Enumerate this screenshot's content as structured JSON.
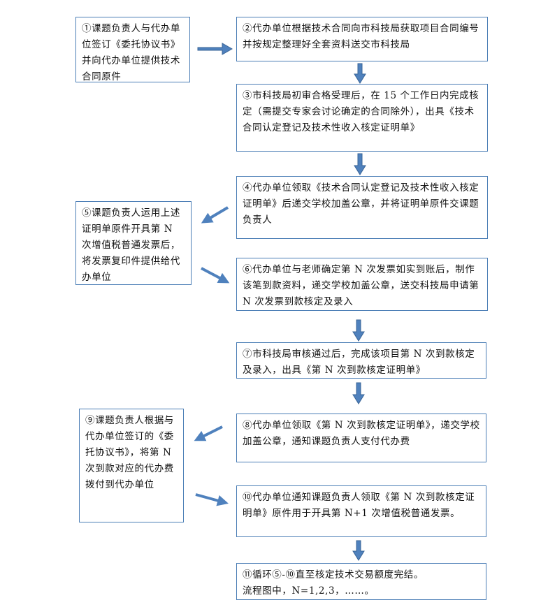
{
  "steps": {
    "s1": "①课题负责人与代办单位签订《委托协议书》并向代办单位提供技术合同原件",
    "s2": "②代办单位根据技术合同向市科技局获取项目合同编号并按规定整理好全套资料送交市科技局",
    "s3": "③市科技局初审合格受理后，在 15 个工作日内完成核定（需提交专家会讨论确定的合同除外），出具《技术合同认定登记及技术性收入核定证明单》",
    "s4": "④代办单位领取《技术合同认定登记及技术性收入核定证明单》后递交学校加盖公章，并将证明单原件交课题负责人",
    "s5": "⑤课题负责人运用上述证明单原件开具第 N 次增值税普通发票后，将发票复印件提供给代办单位",
    "s6": "⑥代办单位与老师确定第 N 次发票如实到账后，制作该笔到款资料，递交学校加盖公章，送交科技局申请第 N 次发票到款核定及录入",
    "s7": "⑦市科技局审核通过后，完成该项目第 N 次到款核定及录入，出具《第 N 次到款核定证明单》",
    "s8": "⑧代办单位领取《第 N 次到款核定证明单》，递交学校加盖公章，通知课题负责人支付代办费",
    "s9": "⑨课题负责人根据与代办单位签订的《委托协议书》，将第 N 次到款对应的代办费拨付到代办单位",
    "s10": "⑩代办单位通知课题负责人领取《第 N 次到款核定证明单》原件用于开具第 N+1 次增值税普通发票。",
    "s11": "⑪循环⑤-⑩直至核定技术交易额度完结。\n流程图中，N=1,2,3，……。"
  },
  "colors": {
    "border": "#4a7db5",
    "arrow": "#4f81bd"
  }
}
